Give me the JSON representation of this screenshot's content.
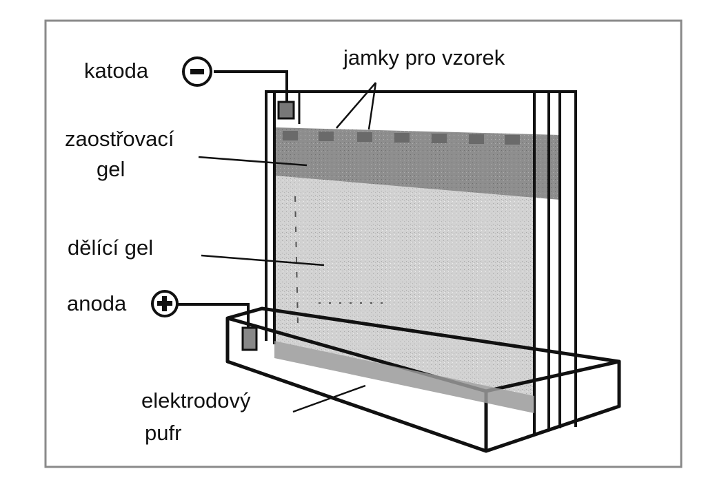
{
  "diagram": {
    "labels": {
      "cathode": "katoda",
      "sample_wells": "jamky pro vzorek",
      "stacking_gel_line1": "zaostřovací",
      "stacking_gel_line2": "gel",
      "separating_gel": "dělící gel",
      "anode": "anoda",
      "buffer_line1": "elektrodový",
      "buffer_line2": "pufr"
    },
    "symbols": {
      "cathode_sign": "minus",
      "anode_sign": "plus"
    },
    "colors": {
      "frame": "#8a8a8a",
      "line": "#111111",
      "stacking_gel": "#8c8c8c",
      "separating_gel": "#cfcfcf",
      "buffer_bottom": "#9a9a9a",
      "background": "#ffffff"
    }
  }
}
